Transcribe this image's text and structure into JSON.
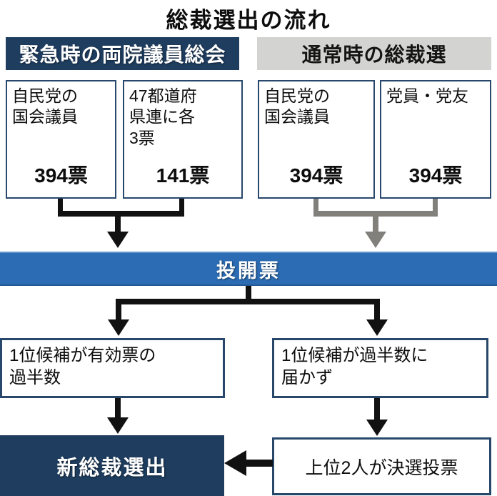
{
  "title": "総裁選出の流れ",
  "columns": {
    "emergency": {
      "header": "緊急時の両院議員総会",
      "boxes": [
        {
          "label": "自民党の\n国会議員",
          "votes": "394票"
        },
        {
          "label": "47都道府\n県連に各\n3票",
          "votes": "141票"
        }
      ]
    },
    "normal": {
      "header": "通常時の総裁選",
      "boxes": [
        {
          "label": "自民党の\n国会議員",
          "votes": "394票"
        },
        {
          "label": "党員・党友",
          "votes": "394票"
        }
      ]
    }
  },
  "vote_bar": {
    "label": "投開票"
  },
  "outcomes": [
    {
      "label": "1位候補が有効票の\n過半数"
    },
    {
      "label": "1位候補が過半数に\n届かず"
    }
  ],
  "results": {
    "elected": "新総裁選出",
    "runoff": "上位2人が決選投票"
  },
  "colors": {
    "navy": "#1e3d5f",
    "gray_header": "#d3d3d1",
    "blue_bar": "#2b6cb4",
    "box_border": "#27476b",
    "black_line": "#111111",
    "gray_line": "#82807b"
  }
}
